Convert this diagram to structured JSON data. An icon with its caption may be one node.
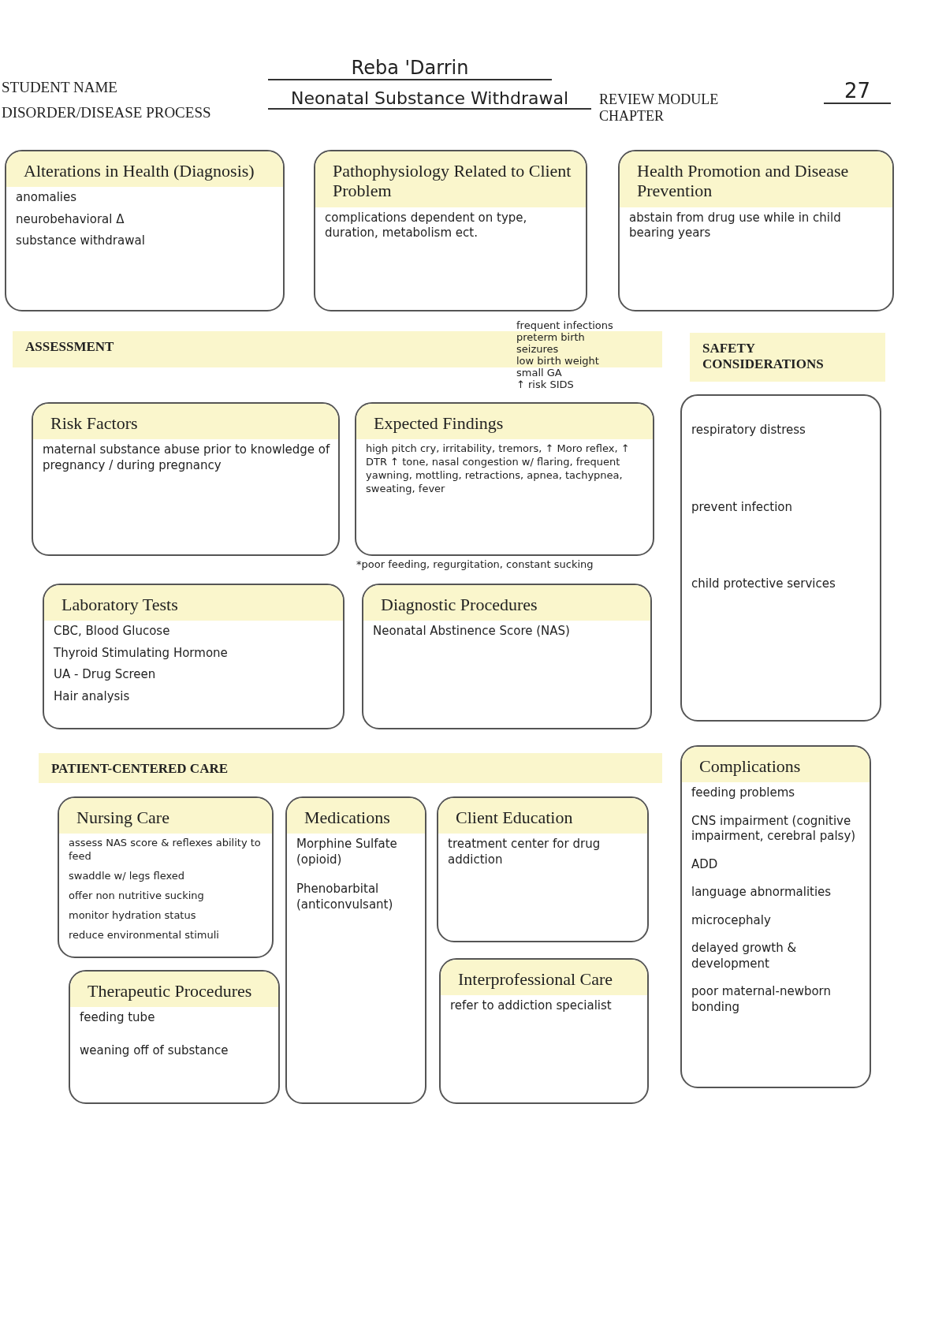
{
  "diagram": {
    "nodes": [
      {
        "text": [
          "Alterations in Health (Diagnosis)",
          "anomalies",
          "neurobehavioral Δ",
          "substance withdrawal"
        ]
      },
      {
        "text": [
          "Pathophysiology Related to Client Problem",
          "complications dependent on type, duration, metabolism ect."
        ]
      },
      {
        "text": [
          "Health Promotion and Disease Prevention",
          "abstain from drug use while in child bearing years"
        ]
      },
      {
        "text": [
          "ASSESSMENT"
        ]
      },
      {
        "text": [
          "Risk Factors",
          "maternal substance abuse prior to knowledge of pregnancy / during pregnancy"
        ]
      },
      {
        "text": [
          "Expected Findings",
          "high pitch cry, irritability, tremors, ↑ Moro reflex, ↑ DTR ↑ tone, nasal congestion w/ flaring, frequent yawning, mottling, retractions, apnea, tachypnea, sweating, fever"
        ],
        "beside": [
          "frequent infections",
          "preterm birth",
          "seizures",
          "low birth weight",
          "small GA",
          "↑ risk SIDS",
          "*poor feeding, regurgitation, constant sucking"
        ]
      },
      {
        "text": [
          "SAFETY CONSIDERATIONS"
        ]
      },
      {
        "text": [
          "respiratory distress",
          "prevent infection",
          "child protective services"
        ]
      },
      {
        "text": [
          "Laboratory Tests",
          "CBC, Blood Glucose",
          "Thyroid Stimulating Hormone",
          "UA - Drug Screen",
          "Hair analysis"
        ]
      },
      {
        "text": [
          "Diagnostic Procedures",
          "Neonatal Abstinence Score (NAS)"
        ]
      },
      {
        "text": [
          "PATIENT-CENTERED CARE"
        ]
      },
      {
        "text": [
          "Complications",
          "feeding problems",
          "CNS impairment (cognitive impairment, cerebral palsy)",
          "ADD",
          "language abnormalities",
          "microcephaly",
          "delayed growth & development",
          "poor maternal-newborn bonding"
        ]
      },
      {
        "text": [
          "Nursing Care",
          "assess NAS score & reflexes ability to feed",
          "swaddle w/ legs flexed",
          "offer non nutritive sucking",
          "monitor hydration status",
          "reduce environmental stimuli"
        ]
      },
      {
        "text": [
          "Medications",
          "Morphine Sulfate (opioid)",
          "Phenobarbital (anticonvulsant)"
        ]
      },
      {
        "text": [
          "Client Education",
          "treatment center for drug addiction"
        ]
      },
      {
        "text": [
          "Therapeutic Procedures",
          "feeding tube",
          "weaning off of substance"
        ]
      },
      {
        "text": [
          "Interprofessional Care",
          "refer to addiction specialist"
        ]
      }
    ],
    "labels": [
      "STUDENT NAME",
      "Reba 'Darrin",
      "DISORDER/DISEASE PROCESS",
      "Neonatal Substance Withdrawal",
      "REVIEW MODULE CHAPTER",
      "27"
    ]
  }
}
